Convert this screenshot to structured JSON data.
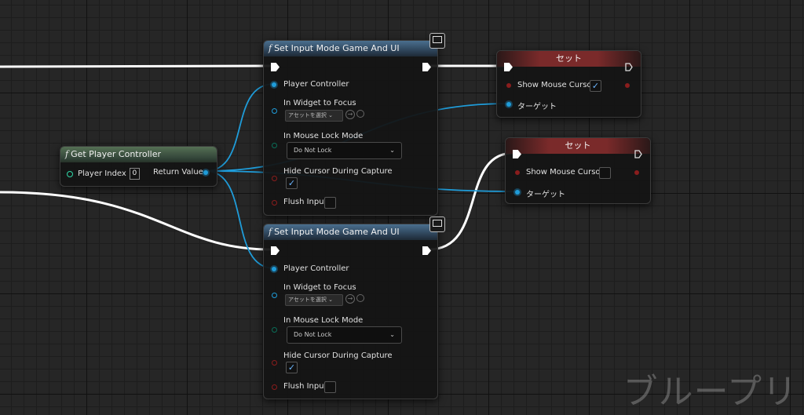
{
  "nodes": {
    "set_input_mode_1": {
      "title": "Set Input Mode Game And UI",
      "player_controller": "Player Controller",
      "in_widget_to_focus": "In Widget to Focus",
      "widget_select": "アセットを選択",
      "in_mouse_lock_mode": "In Mouse Lock Mode",
      "mouse_lock_value": "Do Not Lock",
      "hide_cursor": "Hide Cursor During Capture",
      "hide_cursor_checked": "✓",
      "flush_input": "Flush Input"
    },
    "set_input_mode_2": {
      "title": "Set Input Mode Game And UI",
      "player_controller": "Player Controller",
      "in_widget_to_focus": "In Widget to Focus",
      "widget_select": "アセットを選択",
      "in_mouse_lock_mode": "In Mouse Lock Mode",
      "mouse_lock_value": "Do Not Lock",
      "hide_cursor": "Hide Cursor During Capture",
      "hide_cursor_checked": "✓",
      "flush_input": "Flush Input"
    },
    "get_player_controller": {
      "title": "Get Player Controller",
      "player_index_label": "Player Index",
      "player_index_value": "0",
      "return_value": "Return Value"
    },
    "set_1": {
      "title": "セット",
      "show_mouse_cursor": "Show Mouse Cursor",
      "show_mouse_cursor_checked": "✓",
      "target": "ターゲット"
    },
    "set_2": {
      "title": "セット",
      "show_mouse_cursor": "Show Mouse Cursor",
      "target": "ターゲット"
    }
  },
  "function_symbol": "f",
  "watermark": "ブループリ",
  "icons": {
    "monitor": "monitor-icon",
    "search": "search-icon",
    "browse": "browse-icon"
  },
  "colors": {
    "exec_wire": "#ffffff",
    "object_wire": "#1f9cd9",
    "function_header": "#3d5a78",
    "pure_header": "#4a6a4a",
    "set_header": "#7a2a2a"
  }
}
